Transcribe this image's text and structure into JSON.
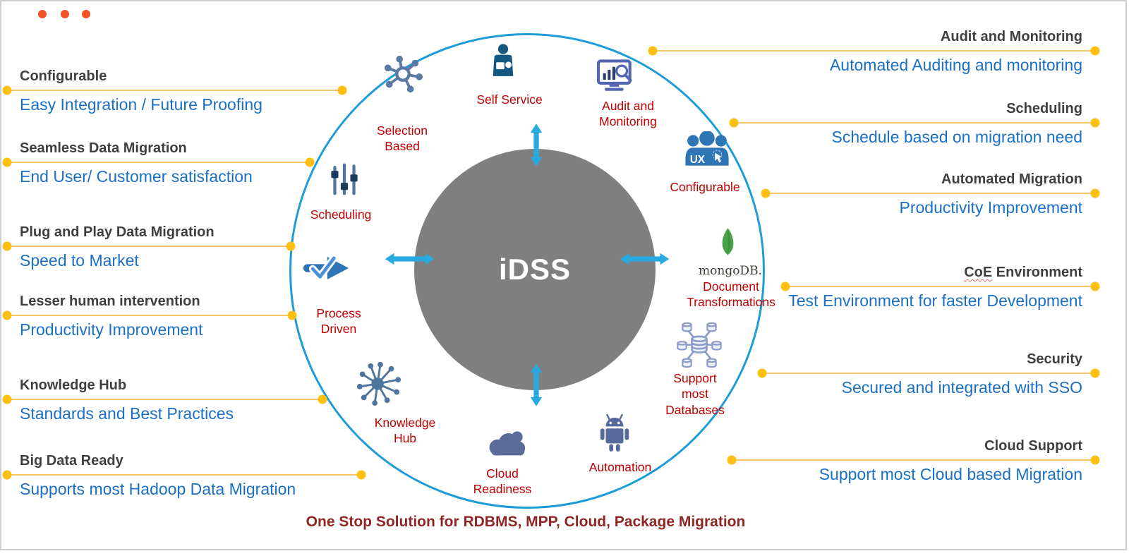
{
  "hub": {
    "title": "iDSS"
  },
  "caption": "One Stop Solution for RDBMS, MPP, Cloud, Package Migration",
  "features": {
    "selection_based": {
      "label": "Selection Based"
    },
    "self_service": {
      "label": "Self Service"
    },
    "audit_monitoring": {
      "label": "Audit and Monitoring"
    },
    "scheduling": {
      "label": "Scheduling"
    },
    "configurable": {
      "label": "Configurable"
    },
    "document_transformations": {
      "brand": "mongoDB.",
      "label": "Document Transformations"
    },
    "process_driven": {
      "label": "Process Driven"
    },
    "support_most_databases": {
      "label": "Support most Databases"
    },
    "knowledge_hub": {
      "label": "Knowledge Hub"
    },
    "automation": {
      "label": "Automation"
    },
    "cloud_readiness": {
      "label": "Cloud Readiness"
    }
  },
  "left_callouts": [
    {
      "title": "Configurable",
      "subtitle": "Easy Integration / Future Proofing"
    },
    {
      "title": "Seamless Data Migration",
      "subtitle": "End User/ Customer satisfaction"
    },
    {
      "title": "Plug and Play Data Migration",
      "subtitle": "Speed to Market"
    },
    {
      "title": "Lesser human intervention",
      "subtitle": "Productivity Improvement"
    },
    {
      "title": "Knowledge Hub",
      "subtitle": "Standards and Best Practices"
    },
    {
      "title": "Big Data Ready",
      "subtitle": "Supports most Hadoop Data Migration"
    }
  ],
  "right_callouts": [
    {
      "title": "Audit and Monitoring",
      "subtitle": "Automated Auditing and monitoring"
    },
    {
      "title": "Scheduling",
      "subtitle": "Schedule based on migration need"
    },
    {
      "title": "Automated Migration",
      "subtitle": "Productivity Improvement"
    },
    {
      "title_prefix": "CoE",
      "title_rest": " Environment",
      "subtitle": "Test Environment for faster Development"
    },
    {
      "title": "Security",
      "subtitle": "Secured and integrated with SSO"
    },
    {
      "title": "Cloud Support",
      "subtitle": "Support most Cloud based Migration"
    }
  ],
  "icons": {
    "selection_based": "network-molecule-icon",
    "self_service": "person-kiosk-icon",
    "audit_monitoring": "monitor-magnifier-icon",
    "scheduling": "sliders-icon",
    "configurable": "ux-users-icon",
    "document_transformations": "mongodb-leaf-icon",
    "process_driven": "check-arrow-icon",
    "support_most_databases": "database-cluster-icon",
    "knowledge_hub": "hub-spokes-icon",
    "automation": "android-robot-icon",
    "cloud_readiness": "cloud-icon"
  },
  "colors": {
    "circle_outline_blue": "#1E9CD8",
    "arrow_blue": "#29A9E1",
    "subtitle_blue": "#1B6FC4",
    "title_dark": "#3F3F3F",
    "feature_red": "#C00000",
    "caption_maroon": "#8E2723",
    "connector_line": "#F6C469",
    "connector_dot": "#FFC013",
    "hub_gray": "#7F7F7F",
    "accent_orange": "#F05325",
    "mongodb_green": "#47A248"
  }
}
